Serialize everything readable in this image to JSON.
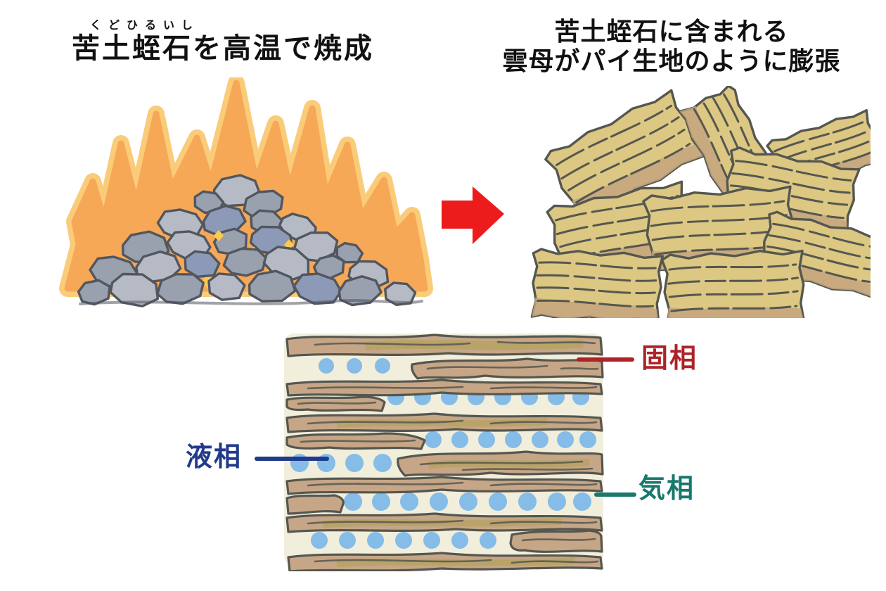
{
  "titles": {
    "left": {
      "furigana": "くどひるいし",
      "text": "苦土蛭石を高温で焼成"
    },
    "right": {
      "line1": "苦土蛭石に含まれる",
      "line2": "雲母がパイ生地のように膨張"
    }
  },
  "phase_labels": {
    "solid": "固相",
    "liquid": "液相",
    "gas": "気相"
  },
  "icons": {
    "arrow": "arrow-right-icon"
  },
  "palette": {
    "text_black": "#111111",
    "arrow_red": "#EC1C1C",
    "solid_phase": "#AC2328",
    "liquid_phase": "#203A8C",
    "gas_phase": "#17786B",
    "flame_orange": "#F6A857",
    "flame_yellow": "#FACC79",
    "flame_glint": "#FBCB4D",
    "rock_light": "#B6BAC4",
    "rock_gray": "#99A0AE",
    "rock_blue": "#8C9AB8",
    "outline_dark": "#51565F",
    "block_tan": "#DCC783",
    "block_brown": "#C4A47E",
    "layer_brown": "#C6A687",
    "layer_olive": "#B3A25D",
    "layer_cream": "#F1EEDC",
    "water_blue": "#85BCE8",
    "sketch_outline": "#55574F"
  }
}
